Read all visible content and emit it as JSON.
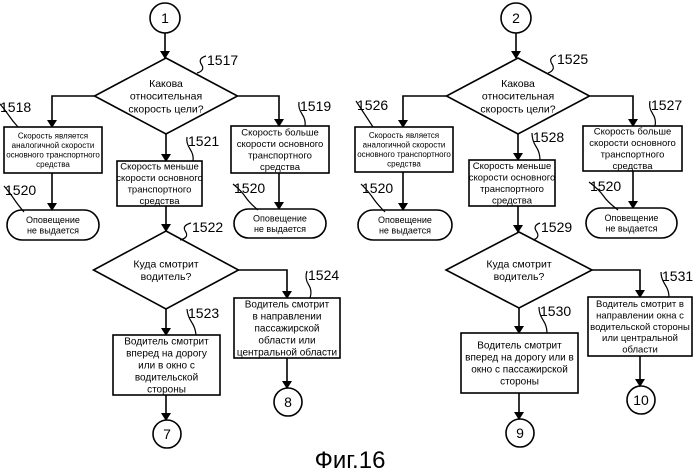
{
  "figure_caption": "Фиг.16",
  "nodes": {
    "c1": {
      "text": "1"
    },
    "d1517": {
      "ref": "1517",
      "lines": [
        "Какова",
        "относительная",
        "скорость цели?"
      ]
    },
    "b1518": {
      "ref": "1518",
      "lines": [
        "Скорость является",
        "аналогичной скорости",
        "основного транспортного",
        "средства"
      ]
    },
    "b1519": {
      "ref": "1519",
      "lines": [
        "Скорость больше",
        "скорости основного",
        "транспортного",
        "средства"
      ]
    },
    "b1521": {
      "ref": "1521",
      "lines": [
        "Скорость меньше",
        "скорости основного",
        "транспортного",
        "средства"
      ]
    },
    "o1520a": {
      "ref": "1520",
      "lines": [
        "Оповещение",
        "не выдается"
      ]
    },
    "o1520b": {
      "ref": "1520",
      "lines": [
        "Оповещение",
        "не выдается"
      ]
    },
    "d1522": {
      "ref": "1522",
      "lines": [
        "Куда смотрит",
        "водитель?"
      ]
    },
    "b1523": {
      "ref": "1523",
      "lines": [
        "Водитель смотрит",
        "вперед на дорогу",
        "или в окно с",
        "водительской",
        "стороны"
      ]
    },
    "b1524": {
      "ref": "1524",
      "lines": [
        "Водитель смотрит",
        "в направлении",
        "пассажирской",
        "области или",
        "центральной области"
      ]
    },
    "c7": {
      "text": "7"
    },
    "c8": {
      "text": "8"
    },
    "c2": {
      "text": "2"
    },
    "d1525": {
      "ref": "1525",
      "lines": [
        "Какова",
        "относительная",
        "скорость цели?"
      ]
    },
    "b1526": {
      "ref": "1526",
      "lines": [
        "Скорость является",
        "аналогичной скорости",
        "основного транспортного",
        "средства"
      ]
    },
    "b1527": {
      "ref": "1527",
      "lines": [
        "Скорость больше",
        "скорости основного",
        "транспортного",
        "средства"
      ]
    },
    "b1528": {
      "ref": "1528",
      "lines": [
        "Скорость меньше",
        "скорости основного",
        "транспортного",
        "средства"
      ]
    },
    "o1520c": {
      "ref": "1520",
      "lines": [
        "Оповещение",
        "не выдается"
      ]
    },
    "o1520d": {
      "ref": "1520",
      "lines": [
        "Оповещение",
        "не выдается"
      ]
    },
    "d1529": {
      "ref": "1529",
      "lines": [
        "Куда смотрит",
        "водитель?"
      ]
    },
    "b1530": {
      "ref": "1530",
      "lines": [
        "Водитель смотрит",
        "вперед на дорогу или в",
        "окно с пассажирской",
        "стороны"
      ]
    },
    "b1531": {
      "ref": "1531",
      "lines": [
        "Водитель смотрит в",
        "направлении окна с",
        "водительской стороны",
        "или центральной",
        "области"
      ]
    },
    "c9": {
      "text": "9"
    },
    "c10": {
      "text": "10"
    }
  }
}
